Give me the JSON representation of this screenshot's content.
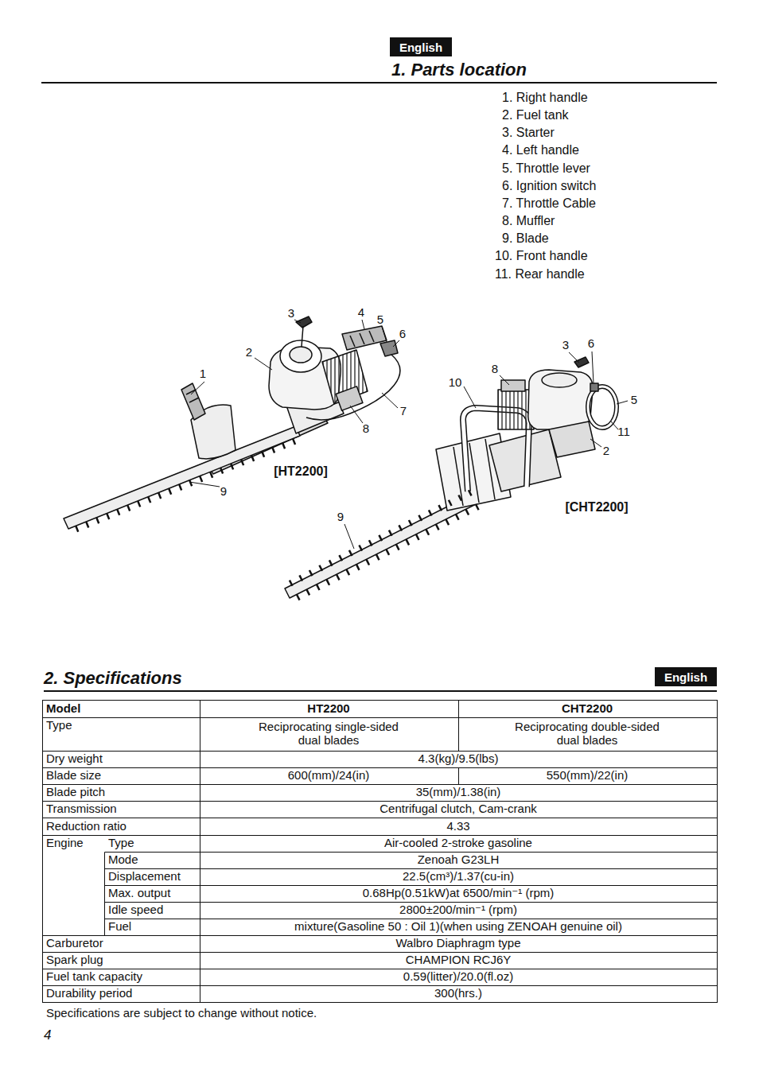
{
  "diagram": {
    "title": "1. Parts location",
    "nodes": [
      {
        "text": [
          "English"
        ]
      },
      {
        "text": [
          "English"
        ]
      }
    ],
    "labels": [
      "1. Right handle",
      "2. Fuel tank",
      "3. Starter",
      "4. Left handle",
      "5. Throttle lever",
      "6. Ignition switch",
      "7. Throttle Cable",
      "8. Muffler",
      "9. Blade",
      "10. Front handle",
      "11. Rear handle",
      "3",
      "4",
      "5",
      "6",
      "2",
      "1",
      "7",
      "8",
      "9",
      "[HT2200]",
      "3",
      "6",
      "8",
      "10",
      "5",
      "11",
      "2",
      "9",
      "[CHT2200]",
      "2. Specifications",
      "Model",
      "HT2200",
      "CHT2200",
      "Type",
      "Reciprocating single-sided dual blades",
      "Reciprocating double-sided dual blades",
      "Dry weight",
      "4.3(kg)/9.5(lbs)",
      "Blade size",
      "600(mm)/24(in)",
      "550(mm)/22(in)",
      "Blade pitch",
      "35(mm)/1.38(in)",
      "Transmission",
      "Centrifugal clutch, Cam-crank",
      "Reduction ratio",
      "4.33",
      "Engine",
      "Type",
      "Air-cooled 2-stroke gasoline",
      "Mode",
      "Zenoah G23LH",
      "Displacement",
      "22.5(cm³)/1.37(cu-in)",
      "Max. output",
      "0.68Hp(0.51kW)at 6500/min⁻¹ (rpm)",
      "Idle speed",
      "2800±200/min⁻¹ (rpm)",
      "Fuel",
      "mixture(Gasoline 50 : Oil 1)(when using ZENOAH genuine oil)",
      "Carburetor",
      "Walbro Diaphragm type",
      "Spark plug",
      "CHAMPION RCJ6Y",
      "Fuel tank capacity",
      "0.59(litter)/20.0(fl.oz)",
      "Durability period",
      "300(hrs.)",
      "Specifications are subject to change without notice.",
      "4"
    ]
  }
}
